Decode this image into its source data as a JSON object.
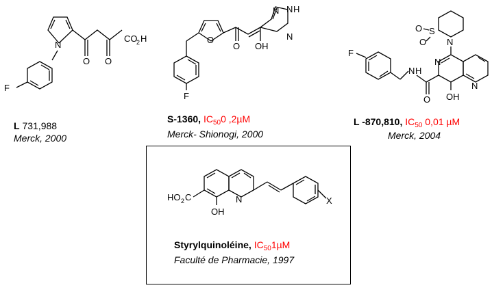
{
  "compounds": [
    {
      "id": "L 731,988",
      "name_prefix": "L",
      "name_number": "731,988",
      "reference": "Merck, 2000",
      "atoms": {
        "N": "N",
        "F": "F",
        "O1": "O",
        "O2": "O",
        "CO2H": "CO",
        "sub2": "2",
        "H": "H"
      }
    },
    {
      "id": "S-1360",
      "name": "S-1360,",
      "ic_prefix": "IC",
      "ic_sub": "50",
      "ic_value": "0 ,2µM",
      "reference": "Merck- Shionogi, 2000",
      "atoms": {
        "O": "O",
        "F": "F",
        "Ocarbonyl": "O",
        "OH": "OH",
        "N": "N",
        "NH": "N",
        "H": "H"
      }
    },
    {
      "id": "L-870,810",
      "name": "L -870,810,",
      "ic_prefix": "IC",
      "ic_sub": "50",
      "ic_value": "0,01  µM",
      "reference": "Merck, 2004",
      "atoms": {
        "F": "F",
        "N1": "N",
        "H": "H",
        "O": "O",
        "OH": "OH",
        "Nring": "N",
        "Nring2": "N",
        "S": "S",
        "O1": "O",
        "O2": "O",
        "N3": "N"
      }
    },
    {
      "id": "Styrylquinoleine",
      "name": "Styrylquinoléine,",
      "ic_prefix": "IC",
      "ic_sub": "50",
      "ic_value": "1µM",
      "reference": "Faculté de Pharmacie, 1997",
      "atoms": {
        "HO2C": "HO",
        "sub2": "2",
        "C": "C",
        "N": "N",
        "OH": "OH",
        "X": "X"
      }
    }
  ],
  "colors": {
    "ic50": "#ff0000",
    "text": "#000000",
    "frame": "#000000"
  }
}
